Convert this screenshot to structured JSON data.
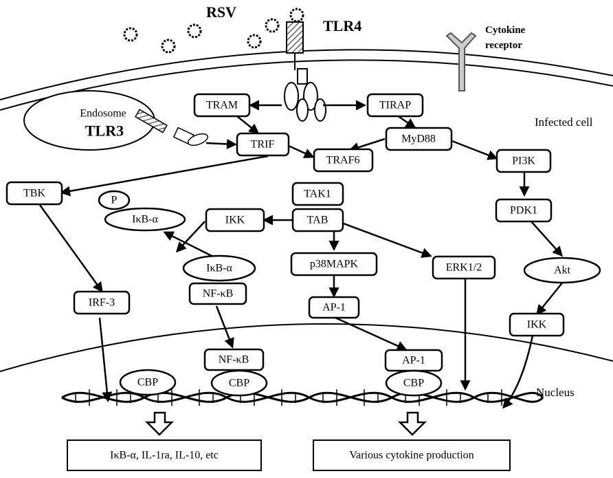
{
  "labels": {
    "rsv": "RSV",
    "tlr4": "TLR4",
    "cytokine_receptor_line1": "Cytokine",
    "cytokine_receptor_line2": "receptor",
    "endosome": "Endosome",
    "tlr3": "TLR3",
    "infected_cell": "Infected cell",
    "nucleus": "Nucleus"
  },
  "nodes": {
    "tram": "TRAM",
    "tirap": "TIRAP",
    "trif": "TRIF",
    "myd88": "MyD88",
    "traf6": "TRAF6",
    "pi3k": "PI3K",
    "tbk": "TBK",
    "p": "P",
    "ikb_alpha_top": "IκB-α",
    "ikk_left": "IKK",
    "tak1": "TAK1",
    "tab": "TAB",
    "pdk1": "PDK1",
    "ikb_alpha_mid": "IκB-α",
    "p38mapk": "p38MAPK",
    "erk12": "ERK1/2",
    "akt": "Akt",
    "irf3": "IRF-3",
    "nfkb_cyto": "NF-κB",
    "ap1_cyto": "AP-1",
    "ikk_right": "IKK",
    "nfkb_nuc": "NF-κB",
    "ap1_nuc": "AP-1",
    "cbp_1": "CBP",
    "cbp_2": "CBP",
    "cbp_3": "CBP"
  },
  "outputs": {
    "left": "IκB-α, IL-1ra, IL-10, etc",
    "right": "Various cytokine production"
  }
}
